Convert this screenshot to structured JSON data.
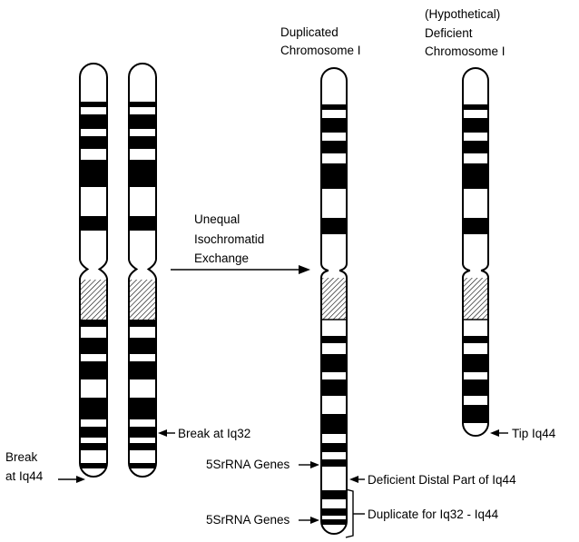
{
  "figure": {
    "duplicated_title": [
      "Duplicated",
      "Chromosome I"
    ],
    "deficient_title": [
      "(Hypothetical)",
      "Deficient",
      "Chromosome I"
    ],
    "exchange_label": [
      "Unequal",
      "Isochromatid",
      "Exchange"
    ],
    "break_1q44_label": [
      "Break",
      "at Iq44"
    ],
    "break_1q32_label": "Break at Iq32",
    "five_s_genes_1": "5SrRNA Genes",
    "five_s_genes_2": "5SrRNA Genes",
    "deficient_distal_label": "Deficient Distal Part of Iq44",
    "duplicate_label": "Duplicate for Iq32 - Iq44",
    "tip_label": "Tip Iq44"
  },
  "colors": {
    "band": "#000000",
    "outline": "#000000",
    "background": "#ffffff"
  }
}
